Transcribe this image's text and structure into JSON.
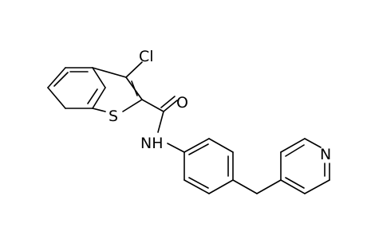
{
  "molecule": {
    "atoms": {
      "chlorine": "Cl",
      "sulfur": "S",
      "oxygen": "O",
      "amide_nitrogen": "NH",
      "pyridine_nitrogen": "N"
    }
  }
}
